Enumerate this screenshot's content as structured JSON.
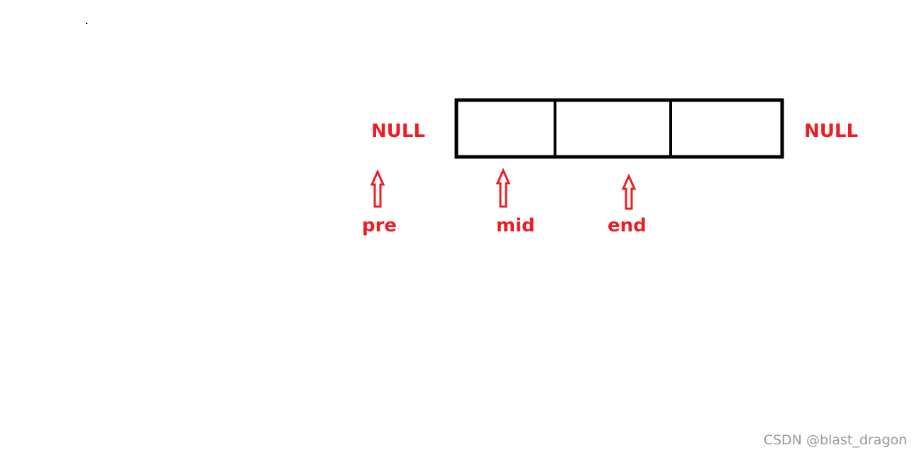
{
  "labels": {
    "null_left": "NULL",
    "null_right": "NULL",
    "pre": "pre",
    "mid": "mid",
    "end": "end"
  },
  "node_count": 3,
  "watermark": "CSDN @blast_dragon",
  "colors": {
    "label": "#ee1c25",
    "box_stroke": "#000000",
    "watermark": "#9a9a9a"
  }
}
